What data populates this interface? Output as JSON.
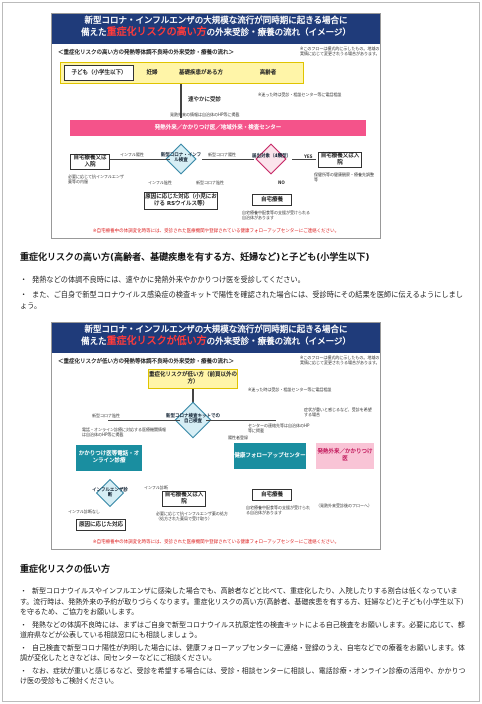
{
  "chart1": {
    "header_line1": "新型コロナ・インフルエンザの大規模な流行が同時期に起きる場合に",
    "header_line2_pre": "備えた",
    "header_line2_red": "重症化リスクの高い方",
    "header_line2_post": "の外来受診・療養の流れ（イメージ）",
    "note_tr": "※このフローは模式的に示したもの。地域の実情に応じて変更されうる場合があります。",
    "subtitle": "＜重症化リスクの高い方の発熱等体調不良時の外来受診・療養の流れ＞",
    "cat_child": "子ども（小学生以下）",
    "cat_pregnant": "妊婦",
    "cat_disease": "基礎疾患がある方",
    "cat_elderly": "高齢者",
    "consult": "速やかに受診",
    "hotline": "※迷った時は受診・相談センター等に電話相談",
    "clinic_bar": "発熱外来／かかりつけ医／地域外来・検査センター",
    "small_clinic": "発熱外来の情報は自治体のHP等に掲載",
    "diamond": "新型コロナ・インフル検査",
    "flu_positive": "インフル陽性",
    "covid_positive": "新型コロナ陽性",
    "flu_negative": "インフル陰性",
    "covid_negative": "新型コロナ陰性",
    "home_left": "自宅療養又は入院",
    "home_left_note": "必要に応じて抗インフルエンザ薬等の内服",
    "report_diamond": "届出対象（4類型）",
    "yes": "YES",
    "no": "NO",
    "home_right": "自宅療養又は入院",
    "home_right_note": "保健所等の健康観察・療養先調整等",
    "cause": "原因に応じた対応（小児における RSウイルス等）",
    "home_mid": "自宅療養",
    "home_mid_note": "自宅療養中配食等の支援が受けられる自治体があります",
    "footer": "※自宅療養中の体調変化時等には、受診された医療機関や登録されている健康フォローアップセンターにご連絡ください。"
  },
  "section1": {
    "title": "重症化リスクの高い方(高齢者、基礎疾患を有する方、妊婦など)と子ども(小学生以下)",
    "bullets": [
      "発熱などの体調不良時には、速やかに発熱外来やかかりつけ医を受診してください。",
      "また、ご自身で新型コロナウイルス感染症の検査キットで陽性を確認された場合には、受診時にその結果を医師に伝えるようにしましょう。"
    ]
  },
  "chart2": {
    "header_line1": "新型コロナ・インフルエンザの大規模な流行が同時期に起きる場合に",
    "header_line2_pre": "備えた",
    "header_line2_red": "重症化リスクが低い方",
    "header_line2_post": "の外来受診・療養の流れ（イメージ）",
    "note_tr": "※このフローは模式的に示したもの。地域の実情に応じて変更されうる場合があります。",
    "subtitle": "＜重症化リスクが低い方の発熱等体調不良時の外来受診・療養の流れ＞",
    "top_box": "重症化リスクが低い方（前頁以外の方）",
    "hotline": "※迷った時は受診・相談センター等に電話相談",
    "diamond": "新型コロナ検査キットでの自己検査",
    "covid_negative": "新型コロナ陰性",
    "covid_positive": "陽性者登録",
    "symptom_note": "症状が重いと感じるなど、受診を希望する場合",
    "online_note": "電話・オンライン診療に対応する医療機関情報は自治体のHP等に掲載",
    "center_note": "センターの連絡先等は自治体のHP等に掲載",
    "box_online": "かかりつけ医等電話・オンライン診療",
    "box_center": "健康フォローアップセンター",
    "box_fever": "発熱外来／かかりつけ医",
    "flu_diamond": "インフルエンザ診断",
    "flu_dx": "インフル診断",
    "home_flu": "自宅療養又は入院",
    "home_flu_note": "必要に応じて抗インフルエンザ薬の処方（処方された薬局で受け取り）",
    "flu_neg": "インフル診断なし",
    "cause": "原因に応じた対応",
    "home_center": "自宅療養",
    "home_center_note": "自宅療養中配食等の支援が受けられる自治体があります",
    "fever_note": "（発熱外来受診後のフローへ）",
    "footer": "※自宅療養中の体調変化時等には、受診された医療機関や登録されている健康フォローアップセンターにご連絡ください。"
  },
  "section2": {
    "title": "重症化リスクの低い方",
    "bullets": [
      "新型コロナウイルスやインフルエンザに感染した場合でも、高齢者などと比べて、重症化したり、入院したりする割合は低くなっています。流行時は、発熱外来の予約が取りづらくなります。重症化リスクの高い方(高齢者、基礎疾患を有する方、妊婦など)と子ども(小学生以下)を守るため、ご協力をお願いします。",
      "発熱などの体調不良時には、まずはご自身で新型コロナウイルス抗原定性の検査キットによる自己検査をお願いします。必要に応じて、都道府県などが公表している相談窓口にも相談しましょう。",
      "自己検査で新型コロナ陽性が判明した場合には、健康フォローアップセンターに連絡・登録のうえ、自宅などでの療養をお願いします。体調が変化したときなどは、同センターなどにご相談ください。",
      "なお、症状が重いと感じるなど、受診を希望する場合には、受診・相談センターに相談し、電話診療・オンライン診療の活用や、かかりつけ医の受診もご検討ください。"
    ]
  }
}
